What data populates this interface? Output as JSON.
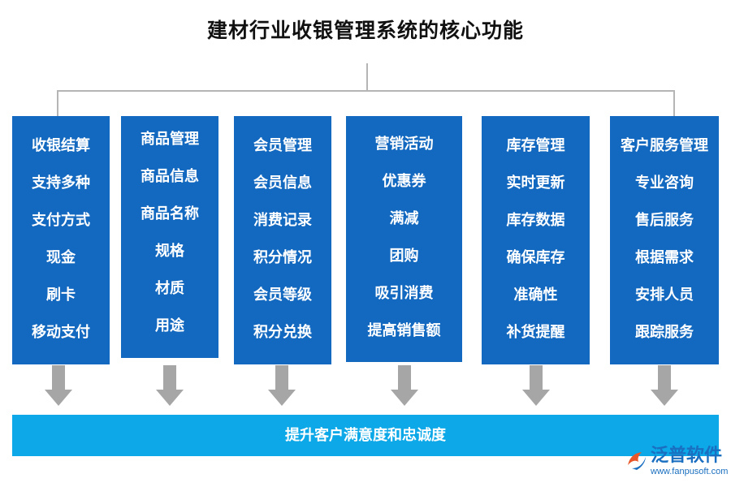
{
  "title": "建材行业收银管理系统的核心功能",
  "columns": [
    {
      "items": [
        "收银结算",
        "支持多种",
        "支付方式",
        "现金",
        "刷卡",
        "移动支付"
      ]
    },
    {
      "items": [
        "商品管理",
        "商品信息",
        "商品名称",
        "规格",
        "材质",
        "用途"
      ]
    },
    {
      "items": [
        "会员管理",
        "会员信息",
        "消费记录",
        "积分情况",
        "会员等级",
        "积分兑换"
      ]
    },
    {
      "items": [
        "营销活动",
        "优惠券",
        "满减",
        "团购",
        "吸引消费",
        "提高销售额"
      ]
    },
    {
      "items": [
        "库存管理",
        "实时更新",
        "库存数据",
        "确保库存",
        "准确性",
        "补货提醒"
      ]
    },
    {
      "items": [
        "客户服务管理",
        "专业咨询",
        "售后服务",
        "根据需求",
        "安排人员",
        "跟踪服务"
      ]
    }
  ],
  "result": "提升客户满意度和忠诚度",
  "watermark": {
    "name": "泛普软件",
    "url": "www.fanpusoft.com"
  },
  "colors": {
    "column_fill": "#1369c0",
    "result_fill": "#0ca8e8",
    "arrow": "#a6a6a6",
    "connector": "#b5b5b5"
  }
}
